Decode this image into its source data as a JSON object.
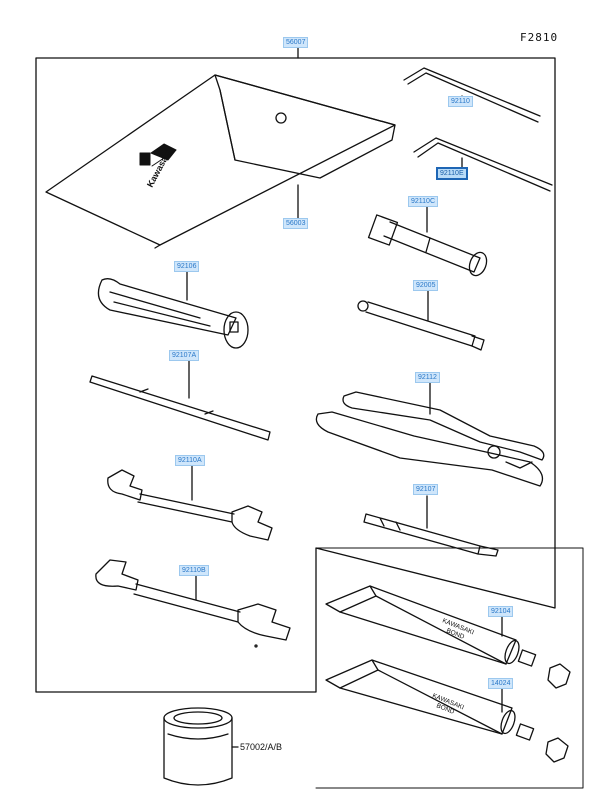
{
  "figure_id": "F2810",
  "brand": {
    "logo_text": "Kawasaki",
    "tube_text_1": "KAWASAKI",
    "tube_text_2": "BOND"
  },
  "labels": {
    "bag": "56007",
    "tool_case": "56003",
    "hex_key_1": "92110",
    "hex_key_2": "92110E",
    "box_wrench": "92110C",
    "handle_bar": "92005",
    "screwdriver_grip": "92106",
    "screwdriver_flat": "92107A",
    "pliers": "92112",
    "wrench_a": "92110A",
    "screwdriver_phillips": "92107",
    "wrench_b": "92110B",
    "bond_tube_1": "92104",
    "bond_tube_2": "14024",
    "grease_can": "57002/A/B"
  },
  "colors": {
    "label_bg": "#cfe6fb",
    "label_text": "#2a78c8",
    "line": "#111111"
  }
}
